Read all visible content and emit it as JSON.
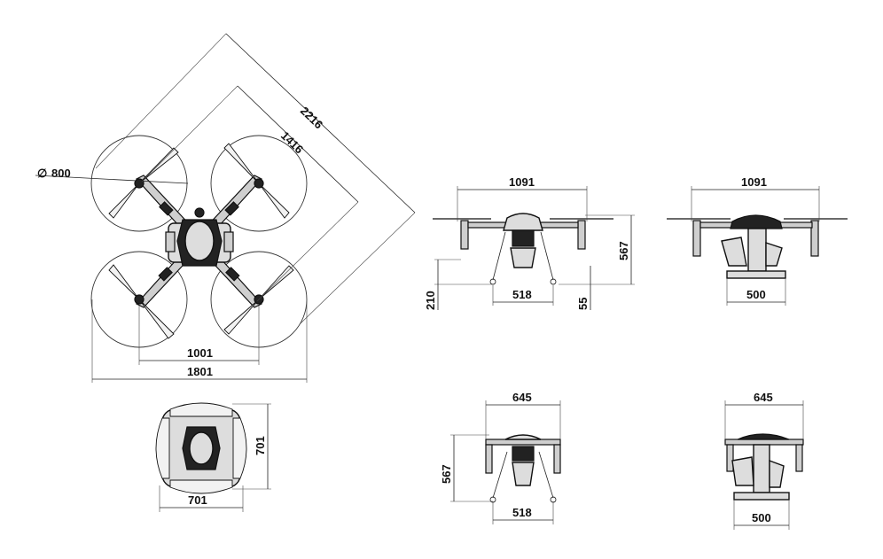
{
  "dimensions": {
    "prop_diameter_symbol": "∅",
    "prop_diameter": "800",
    "diagonal_outer": "2216",
    "diagonal_inner": "1416",
    "top_motor_span": "1001",
    "top_overall_span": "1801",
    "front_width": "1091",
    "front_height": "567",
    "front_ground_clearance": "210",
    "front_leg_span": "518",
    "front_foot_height": "55",
    "side_width": "1091",
    "side_skid_width": "500",
    "folded_depth": "701",
    "folded_width": "701",
    "folded_front_width": "645",
    "folded_front_height": "567",
    "folded_front_leg_span": "518",
    "folded_side_width": "645",
    "folded_side_skid_width": "500"
  },
  "colors": {
    "line": "#222222",
    "frame": "#111111",
    "fill": "#dddddd",
    "background": "#ffffff"
  }
}
